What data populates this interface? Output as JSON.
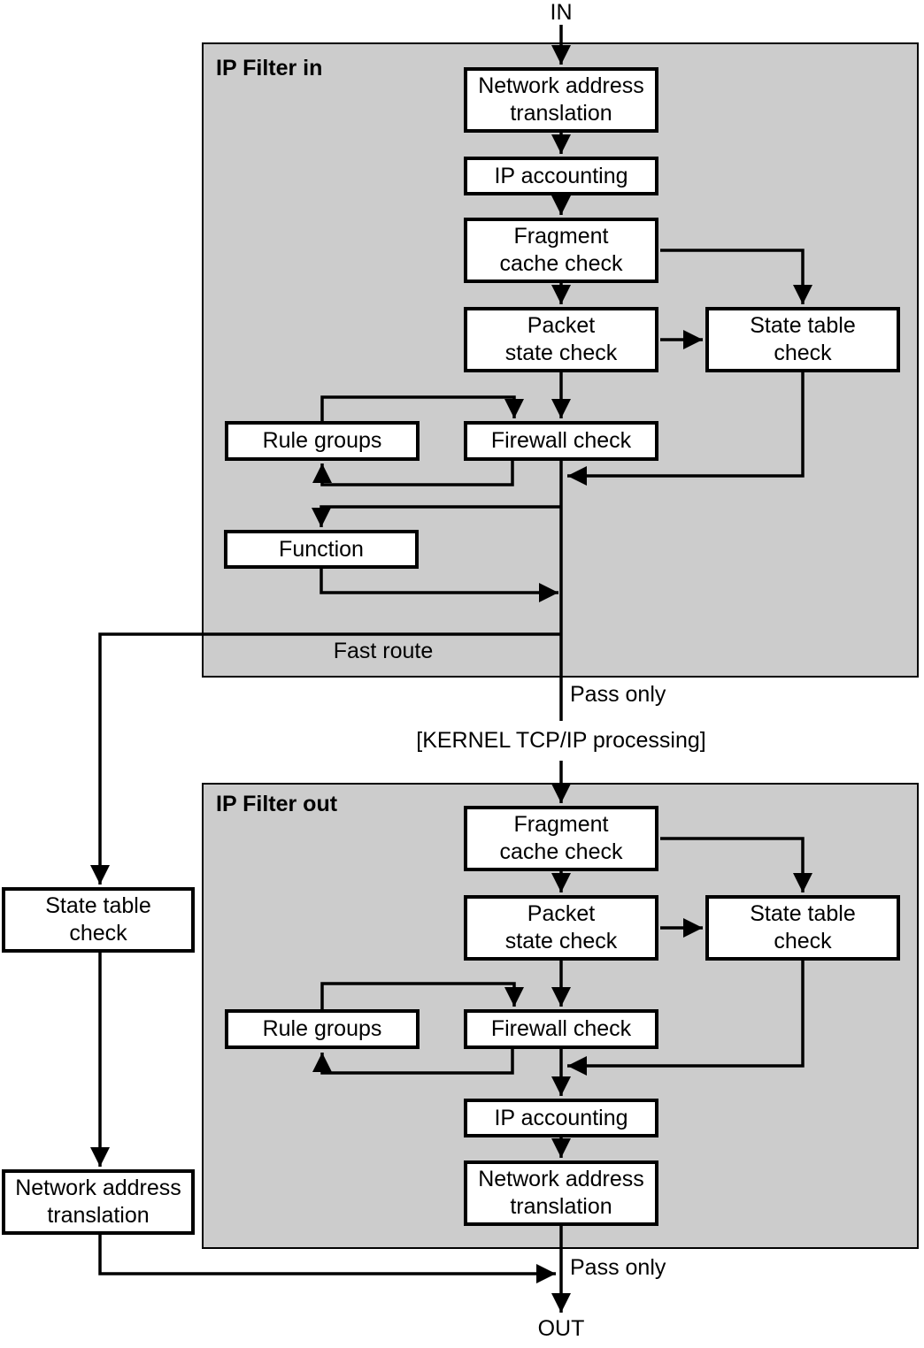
{
  "colors": {
    "panel_fill": "#cccccc",
    "node_fill": "#ffffff",
    "line": "#000000",
    "background": "#ffffff"
  },
  "labels": {
    "in": "IN",
    "out": "OUT",
    "pass_only_top": "Pass only",
    "pass_only_bottom": "Pass only",
    "fast_route": "Fast route",
    "kernel": "[KERNEL TCP/IP processing]"
  },
  "panels": {
    "filter_in": "IP Filter in",
    "filter_out": "IP Filter out"
  },
  "nodes": {
    "nat_in": "Network address\ntranslation",
    "acct_in": "IP accounting",
    "frag_in": "Fragment\ncache check",
    "pkt_in": "Packet\nstate check",
    "stc_in": "State table\ncheck",
    "rule_in": "Rule groups",
    "fw_in": "Firewall check",
    "func_in": "Function",
    "frag_out": "Fragment\ncache check",
    "pkt_out": "Packet\nstate check",
    "stc_out": "State table\ncheck",
    "rule_out": "Rule groups",
    "fw_out": "Firewall check",
    "acct_out": "IP accounting",
    "nat_out": "Network address\ntranslation",
    "stc_left": "State table\ncheck",
    "nat_left": "Network address\ntranslation"
  }
}
